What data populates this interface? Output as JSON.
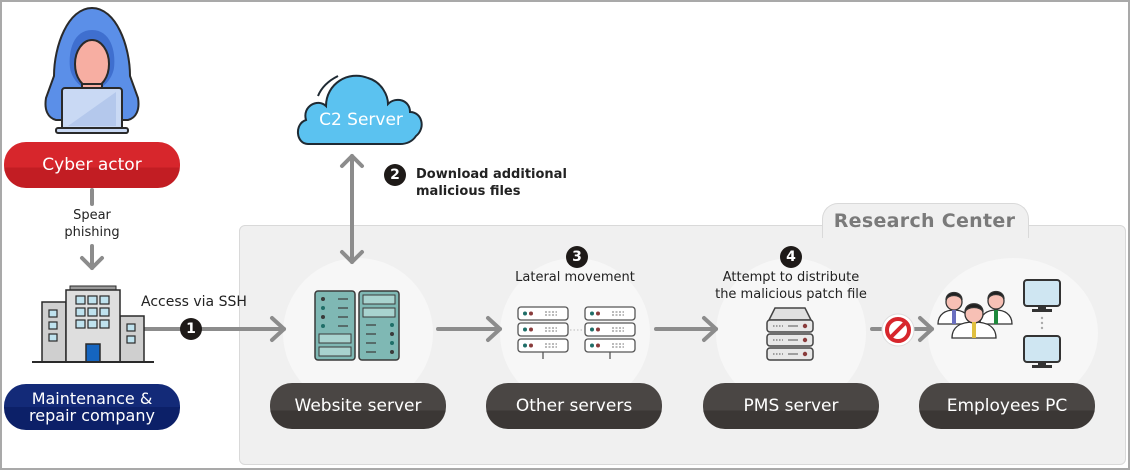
{
  "diagram": {
    "actors": {
      "cyber_actor": {
        "label": "Cyber actor",
        "icon": "hooded-hacker-with-laptop-icon",
        "color": "#d7262c"
      },
      "maintenance_company": {
        "label_line1": "Maintenance &",
        "label_line2": "repair company",
        "icon": "office-building-icon",
        "color": "#132a78"
      }
    },
    "c2_server": {
      "label": "C2 Server",
      "icon": "cloud-icon",
      "color": "#5bc2f0"
    },
    "zone": {
      "title": "Research Center"
    },
    "nodes": [
      {
        "id": "website-server",
        "label": "Website server",
        "icon": "server-rack-icon"
      },
      {
        "id": "other-servers",
        "label": "Other servers",
        "icon": "server-stack-icon"
      },
      {
        "id": "pms-server",
        "label": "PMS server",
        "icon": "pms-server-icon"
      },
      {
        "id": "employees-pc",
        "label": "Employees PC",
        "icon": "employees-with-monitors-icon"
      }
    ],
    "edges": {
      "spear_phishing": {
        "label_line1": "Spear",
        "label_line2": "phishing"
      },
      "access_ssh": {
        "step": "1",
        "label": "Access via SSH"
      },
      "download": {
        "step": "2",
        "label_line1": "Download additional",
        "label_line2": "malicious files"
      },
      "lateral": {
        "step": "3",
        "label": "Lateral movement"
      },
      "distribute": {
        "step": "4",
        "label_line1": "Attempt to distribute",
        "label_line2": "the malicious patch file"
      },
      "blocked": {
        "icon": "blocked-icon",
        "color": "#d7262c"
      }
    },
    "colors": {
      "arrow": "#8c8c8c",
      "node_pill": "#454140",
      "zone_bg": "#f0f0f0"
    }
  }
}
